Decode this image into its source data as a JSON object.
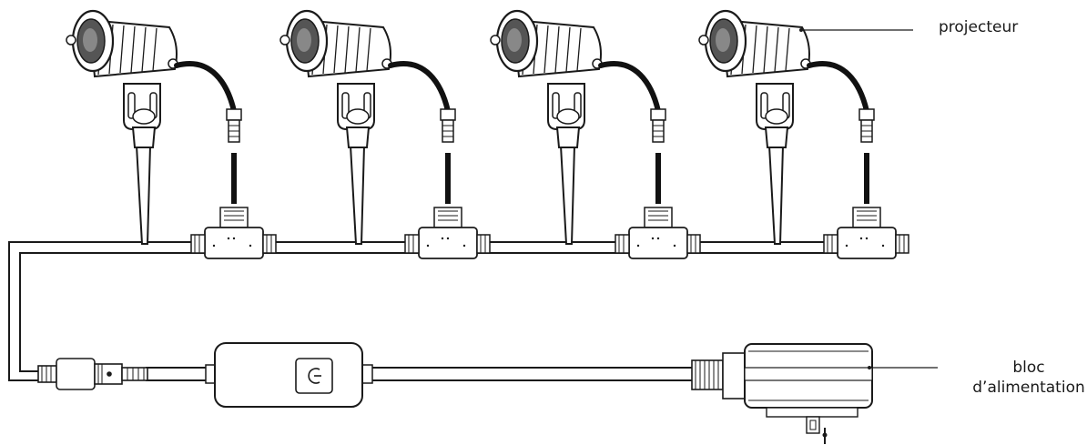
{
  "labels": {
    "projecteur": "projecteur",
    "bloc_line1": "bloc",
    "bloc_line2": "d’alimentation"
  },
  "colors": {
    "line": "#1a1a1a",
    "fill": "#f7f7f7",
    "lens": "#555555"
  },
  "icons": {
    "spotlight": "garden-spotlight-icon",
    "tee": "t-connector-icon",
    "controller": "power-controller-icon",
    "adapter": "power-adapter-icon"
  }
}
